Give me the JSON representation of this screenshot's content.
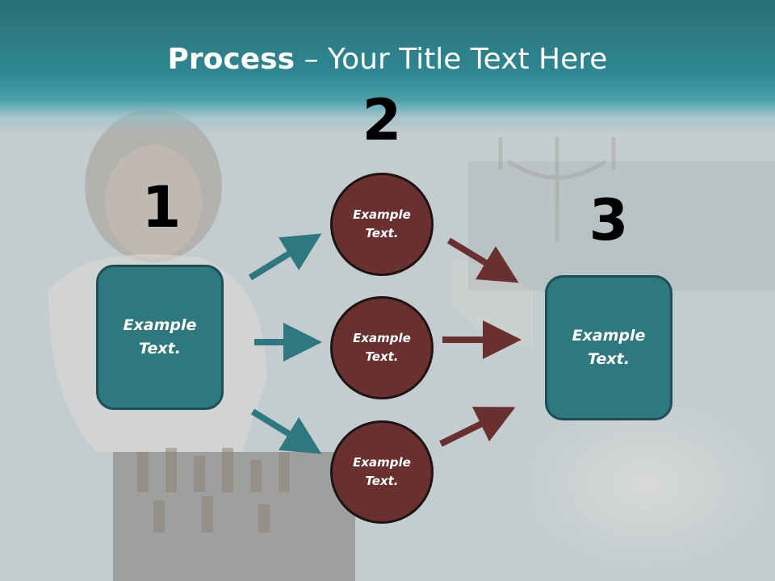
{
  "title": {
    "strong": "Process",
    "rest": " – Your Title Text Here"
  },
  "numbers": {
    "n1": "1",
    "n2": "2",
    "n3": "3"
  },
  "left_box": {
    "text": "Example Text."
  },
  "right_box": {
    "text": "Example Text."
  },
  "circles": [
    {
      "text": "Example Text."
    },
    {
      "text": "Example Text."
    },
    {
      "text": "Example Text."
    }
  ],
  "colors": {
    "teal": "#2e7880",
    "teal_dark": "#1f4f56",
    "maroon": "#6a3030",
    "header": "#2f8791"
  }
}
